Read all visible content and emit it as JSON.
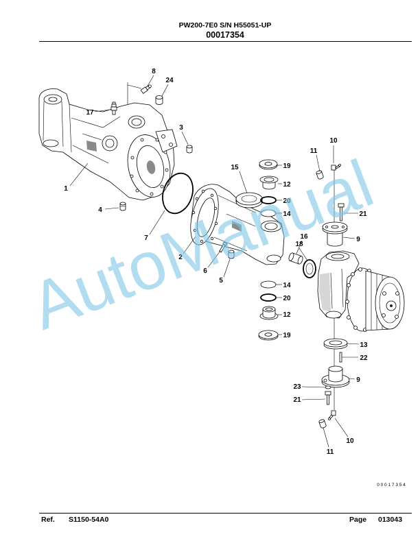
{
  "header": {
    "title": "PW200-7E0 S/N H55051-UP",
    "doc_number": "00017354"
  },
  "diagram": {
    "callouts": [
      "8",
      "24",
      "17",
      "3",
      "1",
      "4",
      "7",
      "2",
      "6",
      "5",
      "15",
      "19",
      "12",
      "20",
      "14",
      "16",
      "18",
      "11",
      "10",
      "21",
      "9",
      "14",
      "20",
      "12",
      "19",
      "13",
      "22",
      "9",
      "23",
      "21",
      "10",
      "11"
    ],
    "drawing_code": "0 0 0 1 7 3 5 4"
  },
  "watermark": {
    "text": "AutoManual",
    "color": "#7fc8e8"
  },
  "footer": {
    "ref_label": "Ref.",
    "ref_value": "S1150-54A0",
    "page_label": "Page",
    "page_value": "013043"
  }
}
